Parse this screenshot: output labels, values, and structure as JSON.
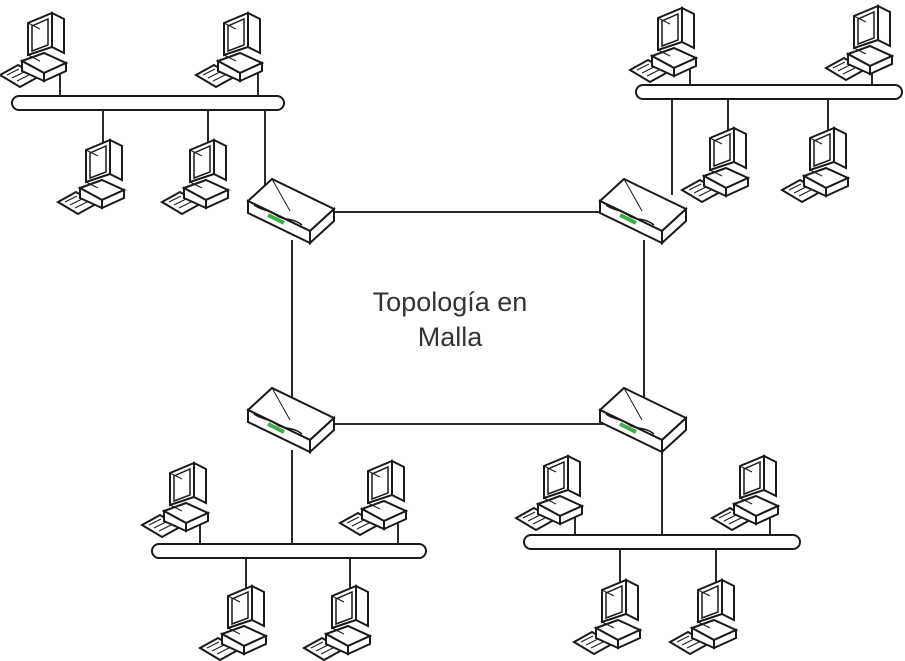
{
  "title_line1": "Topología en",
  "title_line2": "Malla",
  "colors": {
    "line": "#2b2b2b",
    "device_fill": "#ffffff",
    "device_stroke": "#1a1a1a",
    "router_led": "#3fae49",
    "text": "#333333"
  },
  "icons": {
    "computer": "desktop-computer-icon",
    "router": "router-icon",
    "bus": "bus-backbone-cable"
  }
}
